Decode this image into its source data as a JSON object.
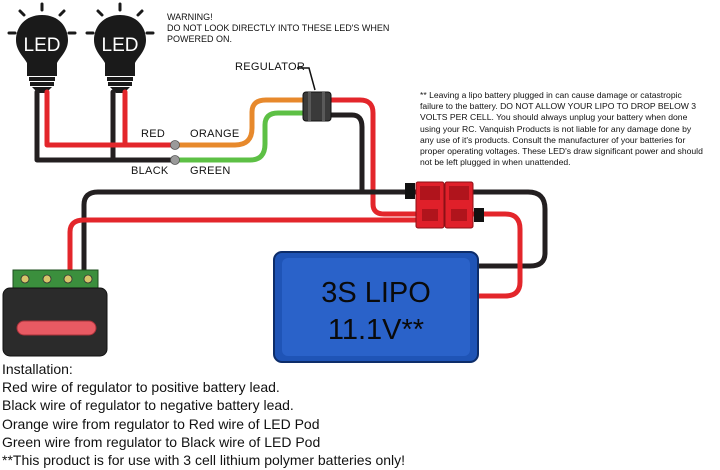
{
  "warning": {
    "lines": [
      "WARNING!",
      "DO NOT LOOK DIRECTLY INTO THESE LED'S WHEN",
      "POWERED ON."
    ]
  },
  "bulbs": [
    {
      "label": "LED"
    },
    {
      "label": "LED"
    }
  ],
  "labels": {
    "regulator": "REGULATOR",
    "red": "RED",
    "orange": "ORANGE",
    "black": "BLACK",
    "green": "GREEN"
  },
  "note": "** Leaving a lipo battery plugged in can cause damage or catastropic failure to the battery. DO NOT ALLOW YOUR LIPO TO DROP BELOW 3 VOLTS PER CELL. You should always unplug your battery when done using your RC. Vanquish Products is not liable for any damage done by any use of it's products. Consult the manufacturer of your batteries for proper operating voltages. These LED's draw significant power and should not be left plugged in when unattended.",
  "battery": {
    "line1": "3S LIPO",
    "line2": "11.1V**"
  },
  "instructions": {
    "title": "Installation:",
    "lines": [
      "Red wire of regulator to positive battery lead.",
      "Black wire of regulator to negative battery lead.",
      "Orange wire from regulator to Red wire of LED Pod",
      "Green wire from regulator to Black wire of LED Pod",
      "**This product is for use with 3 cell lithium polymer batteries only!"
    ]
  },
  "colors": {
    "red_wire": "#e3262b",
    "black_wire": "#231f20",
    "orange_wire": "#e7892c",
    "green_wire": "#5dc045",
    "battery_blue": "#2a62c9",
    "connector_red": "#e0202a"
  }
}
